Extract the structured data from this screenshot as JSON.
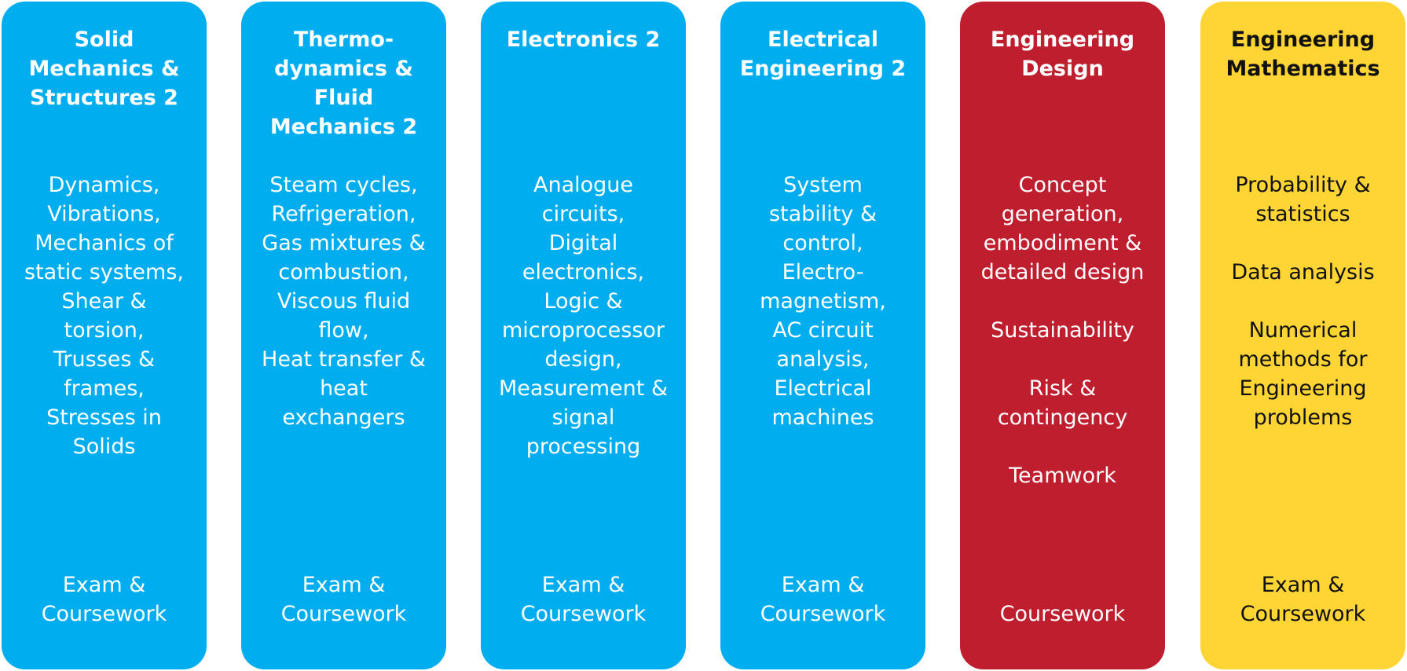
{
  "modules": [
    {
      "title_lines": [
        "Solid",
        "Mechanics &",
        "Structures 2"
      ],
      "topic_lines": [
        "Dynamics,",
        "Vibrations,",
        "Mechanics of",
        "static systems,",
        "Shear &",
        "torsion,",
        "Trusses &",
        "frames,",
        "Stresses in",
        "Solids"
      ],
      "assessment_lines": [
        "Exam &",
        "Coursework"
      ],
      "color": "#00adef"
    },
    {
      "title_lines": [
        "Thermo-",
        "dynamics &",
        "Fluid",
        "Mechanics 2"
      ],
      "topic_lines": [
        "Steam cycles,",
        "Refrigeration,",
        "Gas mixtures &",
        "combustion,",
        "Viscous fluid",
        "flow,",
        "Heat transfer &",
        "heat",
        "exchangers"
      ],
      "assessment_lines": [
        "Exam &",
        "Coursework"
      ],
      "color": "#00adef"
    },
    {
      "title_lines": [
        "Electronics 2"
      ],
      "topic_lines": [
        "Analogue",
        "circuits,",
        "Digital",
        "electronics,",
        "Logic &",
        "microprocessor",
        "design,",
        "Measurement &",
        "signal",
        "processing"
      ],
      "assessment_lines": [
        "Exam &",
        "Coursework"
      ],
      "color": "#00adef"
    },
    {
      "title_lines": [
        "Electrical",
        "Engineering 2"
      ],
      "topic_lines": [
        "System",
        "stability &",
        "control,",
        "Electro-",
        "magnetism,",
        "AC circuit",
        "analysis,",
        "Electrical",
        "machines"
      ],
      "assessment_lines": [
        "Exam &",
        "Coursework"
      ],
      "color": "#00adef"
    },
    {
      "title_lines": [
        "Engineering",
        "Design"
      ],
      "topic_lines": [
        "Concept",
        "generation,",
        "embodiment &",
        "detailed design",
        "",
        "Sustainability",
        "",
        "Risk &",
        "contingency",
        "",
        "Teamwork"
      ],
      "assessment_lines": [
        "Coursework"
      ],
      "color": "#be1e2d"
    },
    {
      "title_lines": [
        "Engineering",
        "Mathematics"
      ],
      "topic_lines": [
        "Probability &",
        "statistics",
        "",
        "Data analysis",
        "",
        "Numerical",
        "methods for",
        "Engineering",
        "problems"
      ],
      "assessment_lines": [
        "Exam &",
        "Coursework"
      ],
      "color": "#fed535"
    }
  ]
}
